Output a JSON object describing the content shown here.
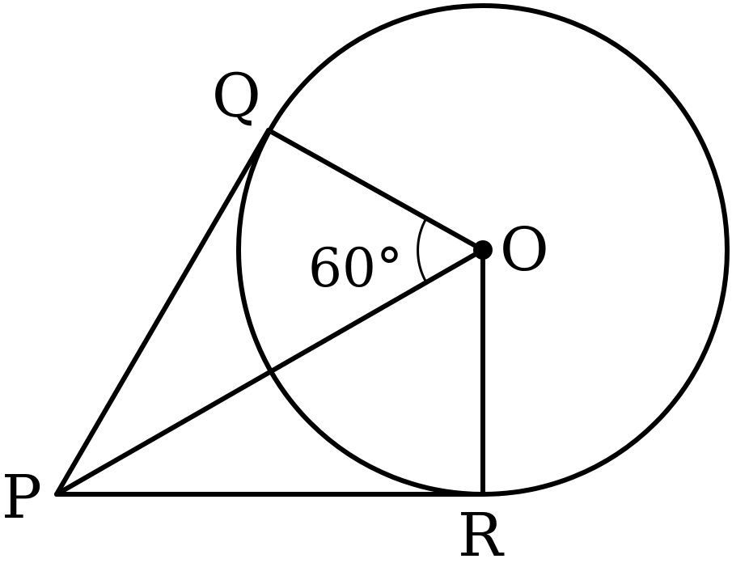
{
  "diagram": {
    "points": {
      "P": "P",
      "Q": "Q",
      "O": "O",
      "R": "R"
    },
    "angle_label": "60°",
    "stroke_color": "#000000",
    "background_color": "#ffffff"
  }
}
